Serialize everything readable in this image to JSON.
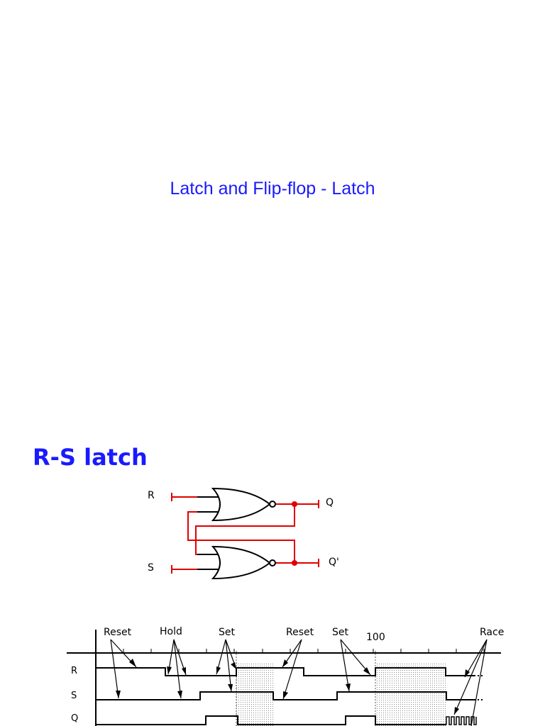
{
  "slide": {
    "title": "Latch and Flip-flop - Latch"
  },
  "section": {
    "heading": "R-S latch"
  },
  "circuit": {
    "inputs": [
      "R",
      "S"
    ],
    "outputs": [
      "Q",
      "Q'"
    ],
    "wire_color": "#e00000",
    "gate_color": "#000000"
  },
  "timing": {
    "signals": [
      "R",
      "S",
      "Q"
    ],
    "time_marker": "100",
    "annotations": {
      "reset1": "Reset",
      "hold": "Hold",
      "set1": "Set",
      "reset2": "Reset",
      "set2": "Set",
      "race": "Race"
    }
  },
  "colors": {
    "title": "#1a1aff",
    "heading": "#1a1aff"
  }
}
